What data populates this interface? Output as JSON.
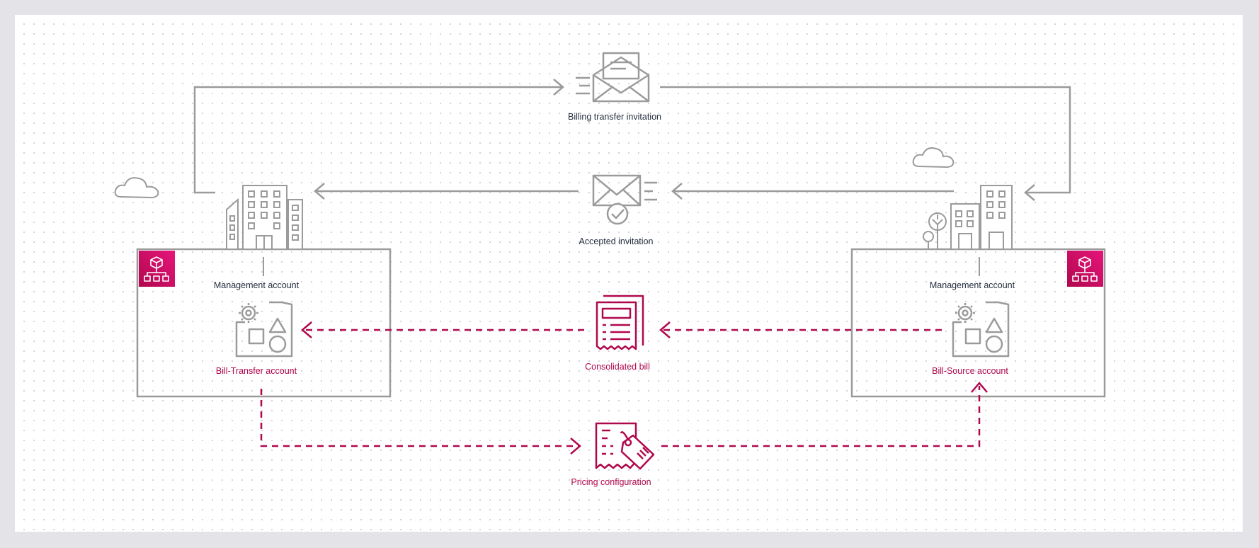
{
  "diagram": {
    "labels": {
      "billing_transfer_invitation": "Billing transfer invitation",
      "accepted_invitation": "Accepted invitation",
      "management_account_left": "Management account",
      "management_account_right": "Management account",
      "bill_transfer_account": "Bill-Transfer account",
      "bill_source_account": "Bill-Source account",
      "consolidated_bill": "Consolidated bill",
      "pricing_configuration": "Pricing configuration"
    },
    "colors": {
      "accent": "#b0084d",
      "accent_gradient_end": "#e7157b",
      "line_gray": "#9b9b9b",
      "text_dark": "#232f3e",
      "background": "#e4e3e8"
    },
    "icons": [
      "envelope-open-icon",
      "envelope-accepted-icon",
      "office-buildings-icon",
      "organizations-icon",
      "account-resources-icon",
      "bill-document-icon",
      "price-tag-document-icon",
      "cloud-icon"
    ]
  }
}
